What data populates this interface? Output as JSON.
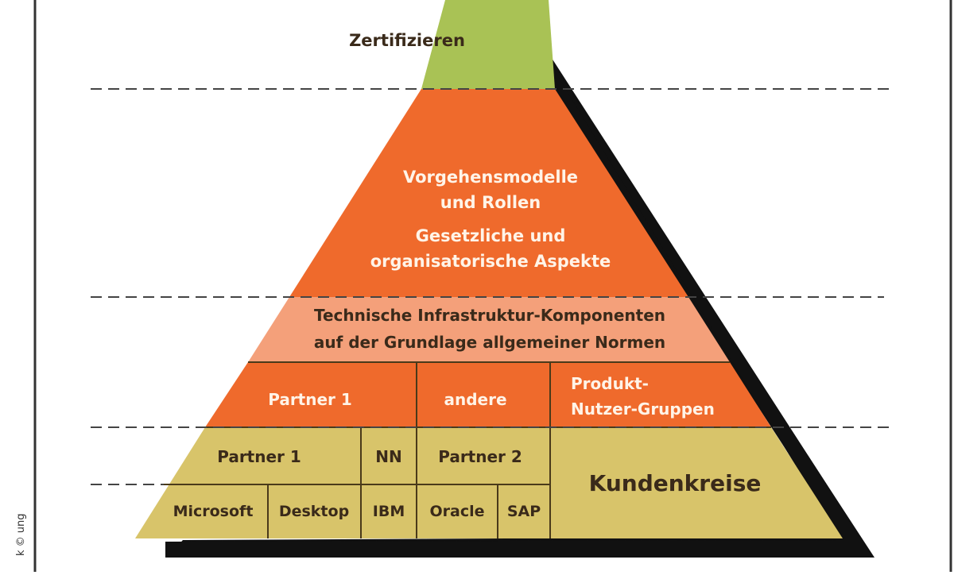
{
  "colors": {
    "green": "#a9c255",
    "orange": "#ef6a2c",
    "orange_light": "#f4a07a",
    "khaki": "#d8c46a",
    "shadow": "#111111",
    "frame": "#333333"
  },
  "layers": {
    "top": "Zertifizieren",
    "middle": {
      "line1": "Vorgehensmodelle",
      "line2": "und Rollen",
      "line3": "Gesetzliche und",
      "line4": "organisatorische Aspekte"
    },
    "infrastructure": {
      "line1": "Technische Infrastruktur-Komponenten",
      "line2": "auf der Grundlage allgemeiner Normen"
    },
    "groups": {
      "partner1": "Partner 1",
      "andere": "andere",
      "produkt_line1": "Produkt-",
      "produkt_line2": "Nutzer-Gruppen"
    },
    "base": {
      "partner1": "Partner 1",
      "nn": "NN",
      "partner2": "Partner 2",
      "kundenkreise": "Kundenkreise",
      "microsoft": "Microsoft",
      "desktop": "Desktop",
      "ibm": "IBM",
      "oracle": "Oracle",
      "sap": "SAP"
    }
  },
  "side_credit": "k © ung"
}
